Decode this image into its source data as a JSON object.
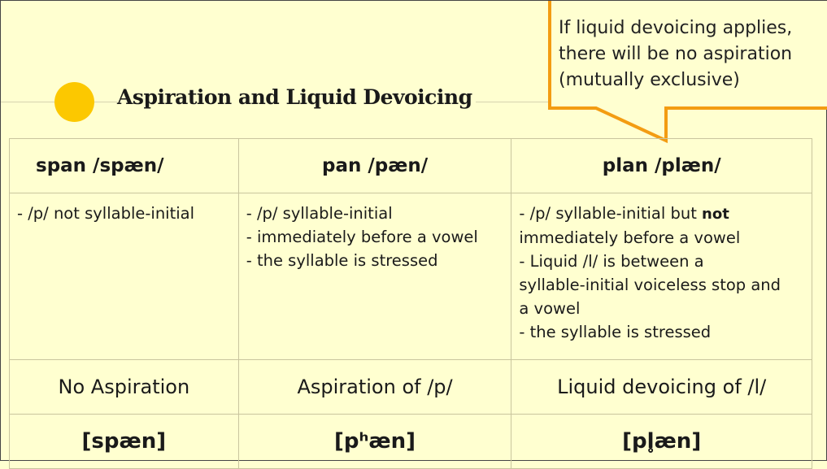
{
  "title": "Aspiration and Liquid Devoicing",
  "callout": {
    "lines": [
      "If liquid devoicing applies,",
      "there will be no aspiration",
      "(mutually exclusive)"
    ]
  },
  "colors": {
    "accent_dot": "#fcc800",
    "callout_border": "#f39c12",
    "background": "#ffffd0"
  },
  "table": {
    "headers": [
      "span /spæn/",
      "pan /pæn/",
      "plan /plæn/"
    ],
    "conditions": [
      [
        "- /p/ not syllable-initial"
      ],
      [
        "- /p/ syllable-initial",
        "- immediately before a vowel",
        "- the syllable is stressed"
      ],
      {
        "line1_pre": "- /p/ syllable-initial but ",
        "line1_bold": "not",
        "rest": [
          "immediately before a vowel",
          "- Liquid /l/ is between a",
          "syllable-initial voiceless stop and",
          "a vowel",
          "- the syllable is stressed"
        ]
      }
    ],
    "results": [
      "No Aspiration",
      "Aspiration of /p/",
      "Liquid devoicing of /l/"
    ],
    "transcriptions": [
      "[spæn]",
      "[pʰæn]",
      "[pl̥æn]"
    ]
  }
}
